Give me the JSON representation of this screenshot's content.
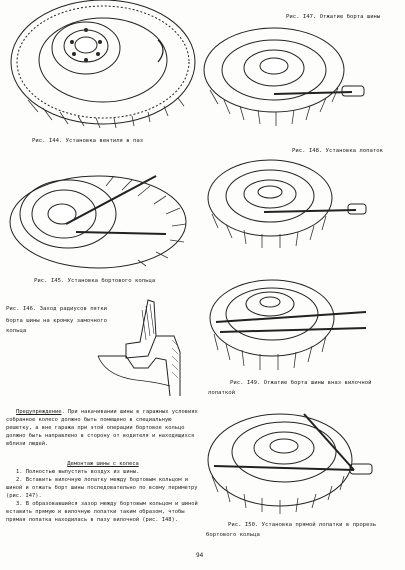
{
  "figures": {
    "fig144": {
      "caption": "Рис. I44. Установка вентиля в паз"
    },
    "fig145": {
      "caption": "Рис. I45. Установка бортового кольца"
    },
    "fig146": {
      "caption_line1": "Рис. I46. Заход радиусов пятки",
      "caption_line2": "борта шины на кромку замочного",
      "caption_line3": "кольца"
    },
    "fig147": {
      "caption": "Рис. I47. Отжатие борта шины"
    },
    "fig148": {
      "caption": "Рис. I48. Установка лопаток"
    },
    "fig149": {
      "caption_line1": "Рис. I49. Отжатие борта шины вназ вилочной",
      "caption_line2": "лопаткой"
    },
    "fig150": {
      "caption_line1": "Рис. I50. Установка прямой лопатки в прорезь",
      "caption_line2": "бортового кольца"
    }
  },
  "warning": {
    "label": "Предупреждение",
    "text": ". При накачивании шины в гаражных условиях собранное колесо должно быть помещено в специальную решетку, а вне гаража при этой операции бортовое кольцо должно быть направлено в сторону от водителя и находящихся вблизи людей."
  },
  "dismount": {
    "heading": "Демонтаж шины с колеса",
    "step1": "1. Полностью выпустить воздух из шины.",
    "step2": "2. Вставить вилочную лопатку между бортовым кольцом и шиной и отжать борт шины последовательно по всему периметру (рис. I47).",
    "step3": "3. В образовавшийся зазор между бортовым кольцом и шиной вставить прямую и вилочную лопатки таким образом, чтобы прямая лопатка находилась в пазу вилочной (рис. I48)."
  },
  "page_number": "94"
}
